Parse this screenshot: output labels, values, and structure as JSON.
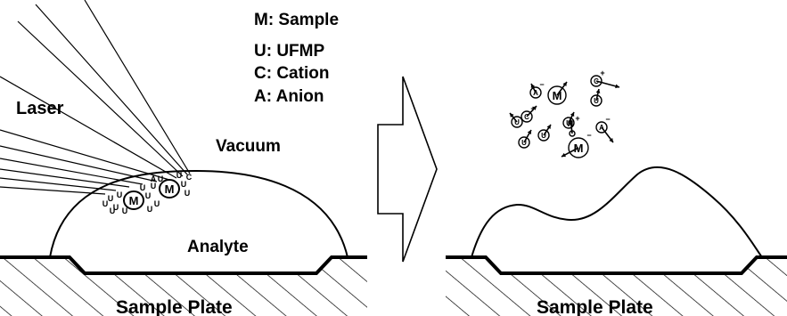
{
  "legend": {
    "m": "M: Sample",
    "u": "U: UFMP",
    "c": "C: Cation",
    "a": "A: Anion"
  },
  "labels": {
    "laser": "Laser",
    "vacuum": "Vacuum",
    "analyte": "Analyte",
    "sample_plate_left": "Sample Plate",
    "sample_plate_right": "Sample Plate"
  },
  "symbols": {
    "sample": "M",
    "ufmp": "U",
    "cation": "C",
    "anion": "A",
    "proton": "H",
    "plus": "+",
    "minus": "−"
  },
  "colors": {
    "ink": "#000000",
    "paper": "#ffffff"
  }
}
